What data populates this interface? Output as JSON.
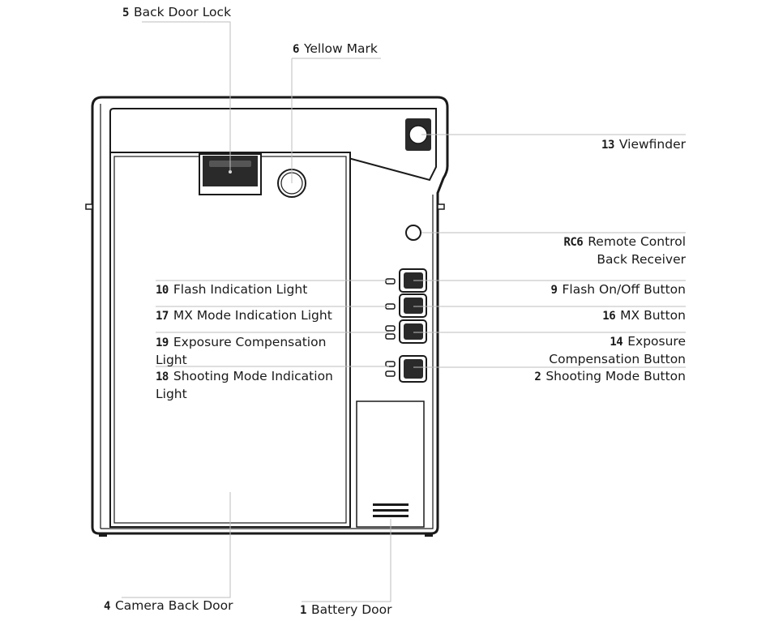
{
  "labels": {
    "back_door_lock": {
      "num": "5",
      "text": "Back Door Lock"
    },
    "yellow_mark": {
      "num": "6",
      "text": "Yellow Mark"
    },
    "viewfinder": {
      "num": "13",
      "text": "Viewfinder"
    },
    "remote_receiver": {
      "num": "RC6",
      "text": "Remote Control",
      "text2": "Back Receiver"
    },
    "flash_light": {
      "num": "10",
      "text": "Flash Indication Light"
    },
    "mx_light": {
      "num": "17",
      "text": "MX Mode Indication Light"
    },
    "exposure_light": {
      "num": "19",
      "text": "Exposure Compensation",
      "text2": "Light"
    },
    "shooting_light": {
      "num": "18",
      "text": "Shooting Mode Indication",
      "text2": "Light"
    },
    "flash_button": {
      "num": "9",
      "text": "Flash On/Off Button"
    },
    "mx_button": {
      "num": "16",
      "text": "MX Button"
    },
    "exposure_button": {
      "num": "14",
      "text": "Exposure",
      "text2": "Compensation Button"
    },
    "shooting_button": {
      "num": "2",
      "text": "Shooting Mode Button"
    },
    "camera_back_door": {
      "num": "4",
      "text": "Camera Back Door"
    },
    "battery_door": {
      "num": "1",
      "text": "Battery Door"
    }
  }
}
